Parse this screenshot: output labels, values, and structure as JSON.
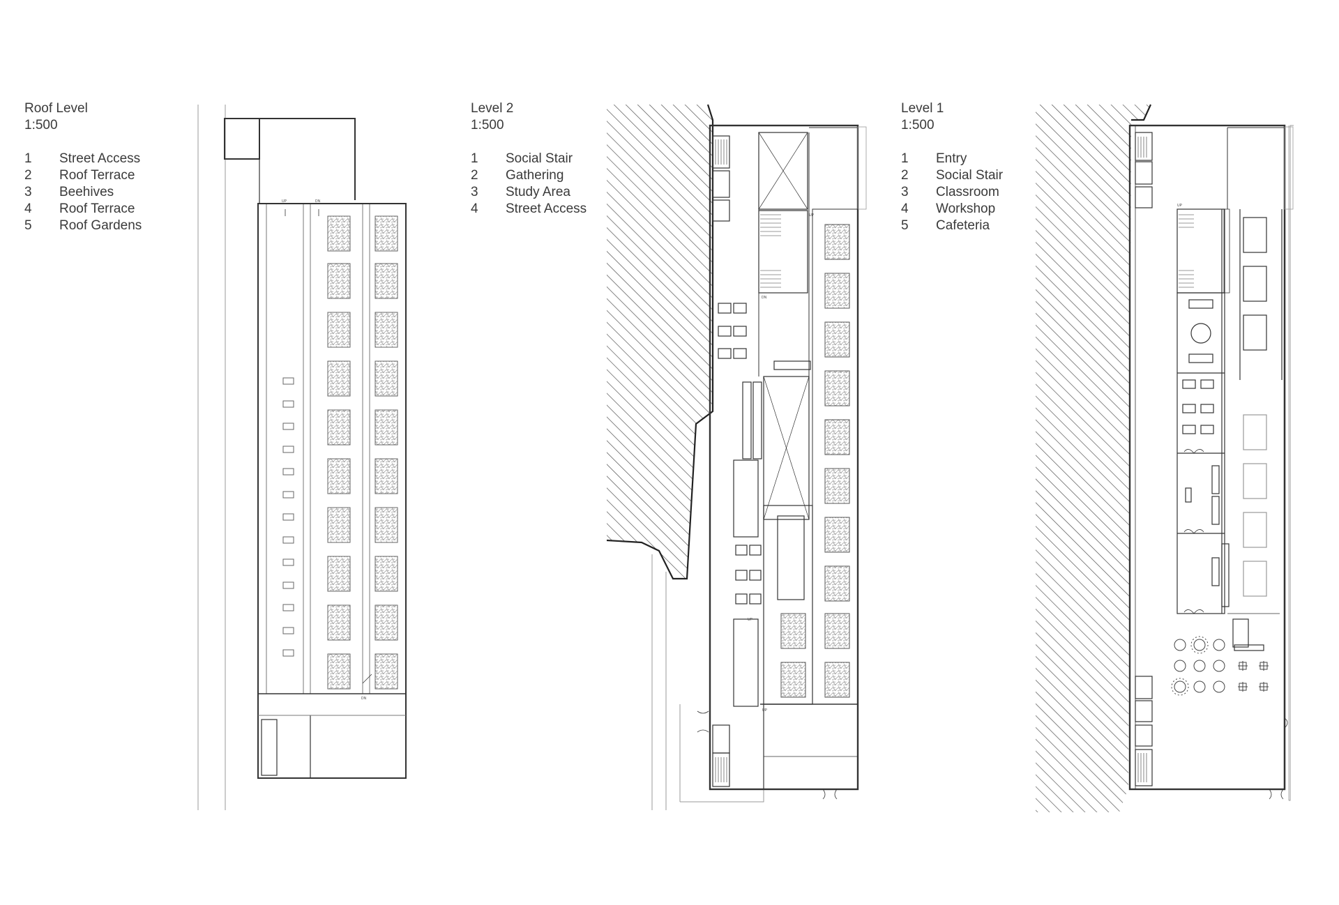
{
  "roof": {
    "title": "Roof Level",
    "scale": "1:500",
    "items": [
      {
        "num": "1",
        "label": "Street Access"
      },
      {
        "num": "2",
        "label": "Roof  Terrace"
      },
      {
        "num": "3",
        "label": "Beehives"
      },
      {
        "num": "4",
        "label": "Roof  Terrace"
      },
      {
        "num": "5",
        "label": "Roof Gardens"
      }
    ]
  },
  "level2": {
    "title": "Level 2",
    "scale": "1:500",
    "items": [
      {
        "num": "1",
        "label": "Social Stair"
      },
      {
        "num": "2",
        "label": "Gathering"
      },
      {
        "num": "3",
        "label": "Study Area"
      },
      {
        "num": "4",
        "label": "Street Access"
      }
    ]
  },
  "level1": {
    "title": "Level 1",
    "scale": "1:500",
    "items": [
      {
        "num": "1",
        "label": "Entry"
      },
      {
        "num": "2",
        "label": "Social Stair"
      },
      {
        "num": "3",
        "label": "Classroom"
      },
      {
        "num": "4",
        "label": "Workshop"
      },
      {
        "num": "5",
        "label": "Cafeteria"
      }
    ]
  },
  "annotations": {
    "up": "UP",
    "dn": "DN"
  },
  "colors": {
    "line": "#333333",
    "thin": "#777777",
    "hatch": "#555555"
  }
}
